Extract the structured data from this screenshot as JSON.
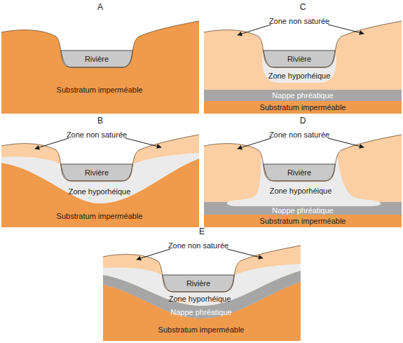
{
  "diagram": {
    "nodes": [
      {
        "text": [
          "A"
        ]
      },
      {
        "text": [
          "Rivière"
        ],
        "in": 0
      },
      {
        "text": [
          "Substratum imperméable"
        ],
        "in": 0
      },
      {
        "text": [
          "B"
        ]
      },
      {
        "text": [
          "Rivière"
        ],
        "in": 3
      },
      {
        "text": [
          "Zone hyporhéique"
        ],
        "in": 3
      },
      {
        "text": [
          "Substratum imperméable"
        ],
        "in": 3
      },
      {
        "text": [
          "C"
        ]
      },
      {
        "text": [
          "Rivière"
        ],
        "in": 7
      },
      {
        "text": [
          "Zone hyporhéique"
        ],
        "in": 7
      },
      {
        "text": [
          "Nappe phréatique"
        ],
        "in": 7
      },
      {
        "text": [
          "Substratum imperméable"
        ],
        "in": 7
      },
      {
        "text": [
          "D"
        ]
      },
      {
        "text": [
          "Rivière"
        ],
        "in": 12
      },
      {
        "text": [
          "Zone hyporhéique"
        ],
        "in": 12
      },
      {
        "text": [
          "Nappe phréatique"
        ],
        "in": 12
      },
      {
        "text": [
          "Substratum imperméable"
        ],
        "in": 12
      },
      {
        "text": [
          "E"
        ]
      },
      {
        "text": [
          "Rivière"
        ],
        "in": 17
      },
      {
        "text": [
          "Zone hyporhéique"
        ],
        "in": 17
      },
      {
        "text": [
          "Nappe phréatique"
        ],
        "in": 17
      },
      {
        "text": [
          "Substratum imperméable"
        ],
        "in": 17
      }
    ],
    "labels": [
      "Zone non saturée",
      "Zone non saturée",
      "Zone non saturée",
      "Zone non saturée"
    ]
  }
}
